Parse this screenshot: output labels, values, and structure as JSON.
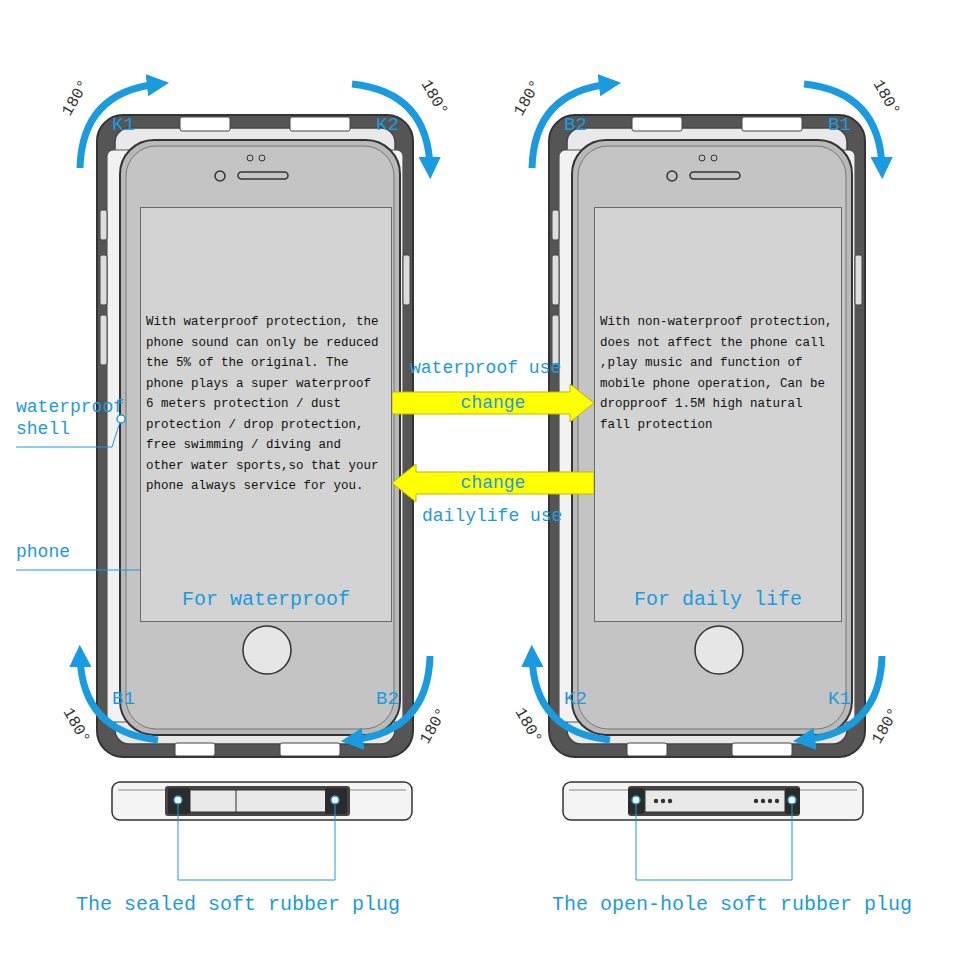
{
  "diagram": {
    "nodes": [
      {
        "text": [
          "With waterproof protection, the phone sound can only be reduced the 5% of the original. The phone plays a super waterproof 6 meters protection / dust protection / drop protection, free swimming / diving and other water sports,so that your phone always service for you.",
          "For waterproof"
        ]
      },
      {
        "text": [
          "With non-waterproof protection, does not affect the phone call ,play music and function of mobile phone operation, Can be dropproof 1.5M high natural fall protection",
          "For daily life"
        ]
      }
    ],
    "edges": [
      {
        "from": 0,
        "to": 1,
        "arrow": "to",
        "label": "change"
      },
      {
        "from": 1,
        "to": 0,
        "arrow": "to",
        "label": "change"
      }
    ],
    "labels": [
      "180°",
      "K1",
      "180°",
      "K2",
      "B1",
      "180°",
      "B2",
      "180°",
      "180°",
      "B2",
      "180°",
      "B1",
      "K2",
      "180°",
      "K1",
      "180°",
      "waterproof use",
      "dailylife use",
      "waterproof shell",
      "phone",
      "The sealed soft rubber plug",
      "The open-hole soft rubber plug"
    ]
  }
}
